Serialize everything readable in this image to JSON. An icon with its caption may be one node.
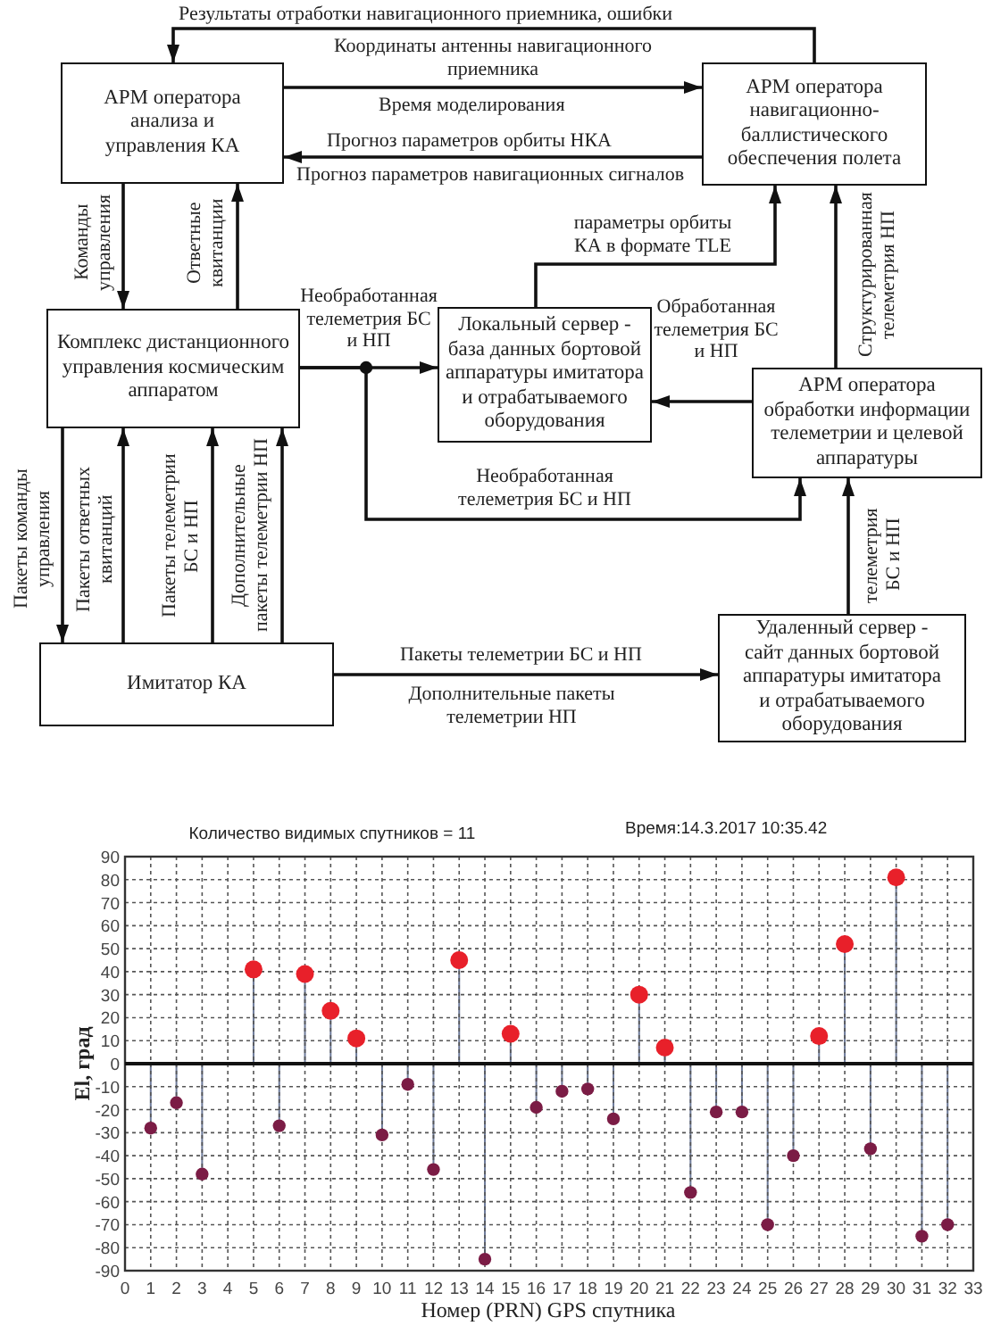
{
  "diagram": {
    "nodes": [
      {
        "text": [
          "АРМ оператора анализа и управления КА"
        ]
      },
      {
        "text": [
          "АРМ оператора навигационно-баллистического обеспечения полета"
        ]
      },
      {
        "text": [
          "Комплекс дистанционного управления космическим аппаратом"
        ]
      },
      {
        "text": [
          "Локальный сервер - база данных бортовой аппаратуры имитатора и отрабатываемого оборудования"
        ]
      },
      {
        "text": [
          "АРМ оператора обработки информации телеметрии и целевой аппаратуры"
        ]
      },
      {
        "text": [
          "Имитатор КА"
        ]
      },
      {
        "text": [
          "Удаленный сервер - сайт данных бортовой аппаратуры имитатора и отрабатываемого оборудования"
        ]
      }
    ],
    "edges": [
      {
        "from": 1,
        "to": 0,
        "arrow": "to",
        "label": "Результаты отработки навигационного приемника, ошибки"
      },
      {
        "from": 0,
        "to": 1,
        "arrow": "to",
        "label": "Координаты антенны навигационного приемника"
      },
      {
        "from": 1,
        "to": 0,
        "arrow": "to",
        "label": "Прогноз параметров орбиты НКА"
      },
      {
        "from": 0,
        "to": 2,
        "arrow": "to",
        "label": "Команды управления"
      },
      {
        "from": 2,
        "to": 0,
        "arrow": "to",
        "label": "Ответные квитанции"
      },
      {
        "from": 2,
        "to": 3,
        "arrow": "to",
        "label": "Необработанная телеметрия БС и НП"
      },
      {
        "from": 2,
        "to": 4,
        "arrow": "to",
        "label": "Необработанная телеметрия БС и НП"
      },
      {
        "from": 3,
        "to": 1,
        "arrow": "to",
        "label": "параметры орбиты КА в формате TLE"
      },
      {
        "from": 4,
        "to": 1,
        "arrow": "to",
        "label": "Структурированная телеметрия НП"
      },
      {
        "from": 4,
        "to": 3,
        "arrow": "to",
        "label": "Обработанная телеметрия БС и НП"
      },
      {
        "from": 2,
        "to": 5,
        "arrow": "to",
        "label": "Пакеты команды управления"
      },
      {
        "from": 5,
        "to": 2,
        "arrow": "to",
        "label": "Пакеты ответных квитанций"
      },
      {
        "from": 5,
        "to": 2,
        "arrow": "to",
        "label": "Пакеты телеметрии БС и НП"
      },
      {
        "from": 5,
        "to": 2,
        "arrow": "to",
        "label": "Дополнительные пакеты телеметрии НП"
      },
      {
        "from": 5,
        "to": 6,
        "arrow": "to",
        "label": "Пакеты телеметрии БС и НП"
      },
      {
        "from": 6,
        "to": 4,
        "arrow": "to",
        "label": "телеметрия БС и НП"
      }
    ],
    "labels": [
      "Время моделирования",
      "Прогноз параметров навигационных сигналов",
      "Дополнительные пакеты телеметрии НП",
      "Время:14.3.2017 10:35.42"
    ],
    "chart_data": {
      "type": "scatter",
      "title": "Количество видимых спутников = 11",
      "xlabel": "Номер (PRN) GPS спутника",
      "ylabel": "El, град",
      "x": [
        1,
        2,
        3,
        5,
        6,
        7,
        8,
        9,
        10,
        11,
        12,
        13,
        14,
        15,
        16,
        17,
        18,
        19,
        20,
        21,
        22,
        23,
        24,
        25,
        26,
        27,
        28,
        29,
        30,
        31,
        32
      ],
      "series": [
        {
          "color": "#e8202a",
          "values": [
            null,
            null,
            null,
            41,
            null,
            39,
            23,
            11,
            null,
            null,
            null,
            45,
            null,
            13,
            null,
            null,
            null,
            null,
            30,
            7,
            null,
            null,
            null,
            null,
            null,
            12,
            52,
            null,
            81,
            null,
            null
          ]
        },
        {
          "color": "#7b1c45",
          "values": [
            -28,
            -17,
            -48,
            null,
            -27,
            null,
            null,
            null,
            -31,
            -9,
            -46,
            null,
            -85,
            null,
            -19,
            -12,
            -11,
            -24,
            null,
            null,
            -56,
            -21,
            -21,
            -70,
            -40,
            null,
            null,
            -37,
            null,
            -75,
            -70
          ]
        }
      ],
      "xlim": [
        0,
        33
      ],
      "ylim": [
        -90,
        90
      ],
      "xticks": [
        0,
        1,
        2,
        3,
        4,
        5,
        6,
        7,
        8,
        9,
        10,
        11,
        12,
        13,
        14,
        15,
        16,
        17,
        18,
        19,
        20,
        21,
        22,
        23,
        24,
        25,
        26,
        27,
        28,
        29,
        30,
        31,
        32,
        33
      ],
      "yticks": [
        -90,
        -80,
        -70,
        -60,
        -50,
        -40,
        -30,
        -20,
        -10,
        0,
        10,
        20,
        30,
        40,
        50,
        60,
        70,
        80,
        90
      ],
      "grid": true
    }
  }
}
